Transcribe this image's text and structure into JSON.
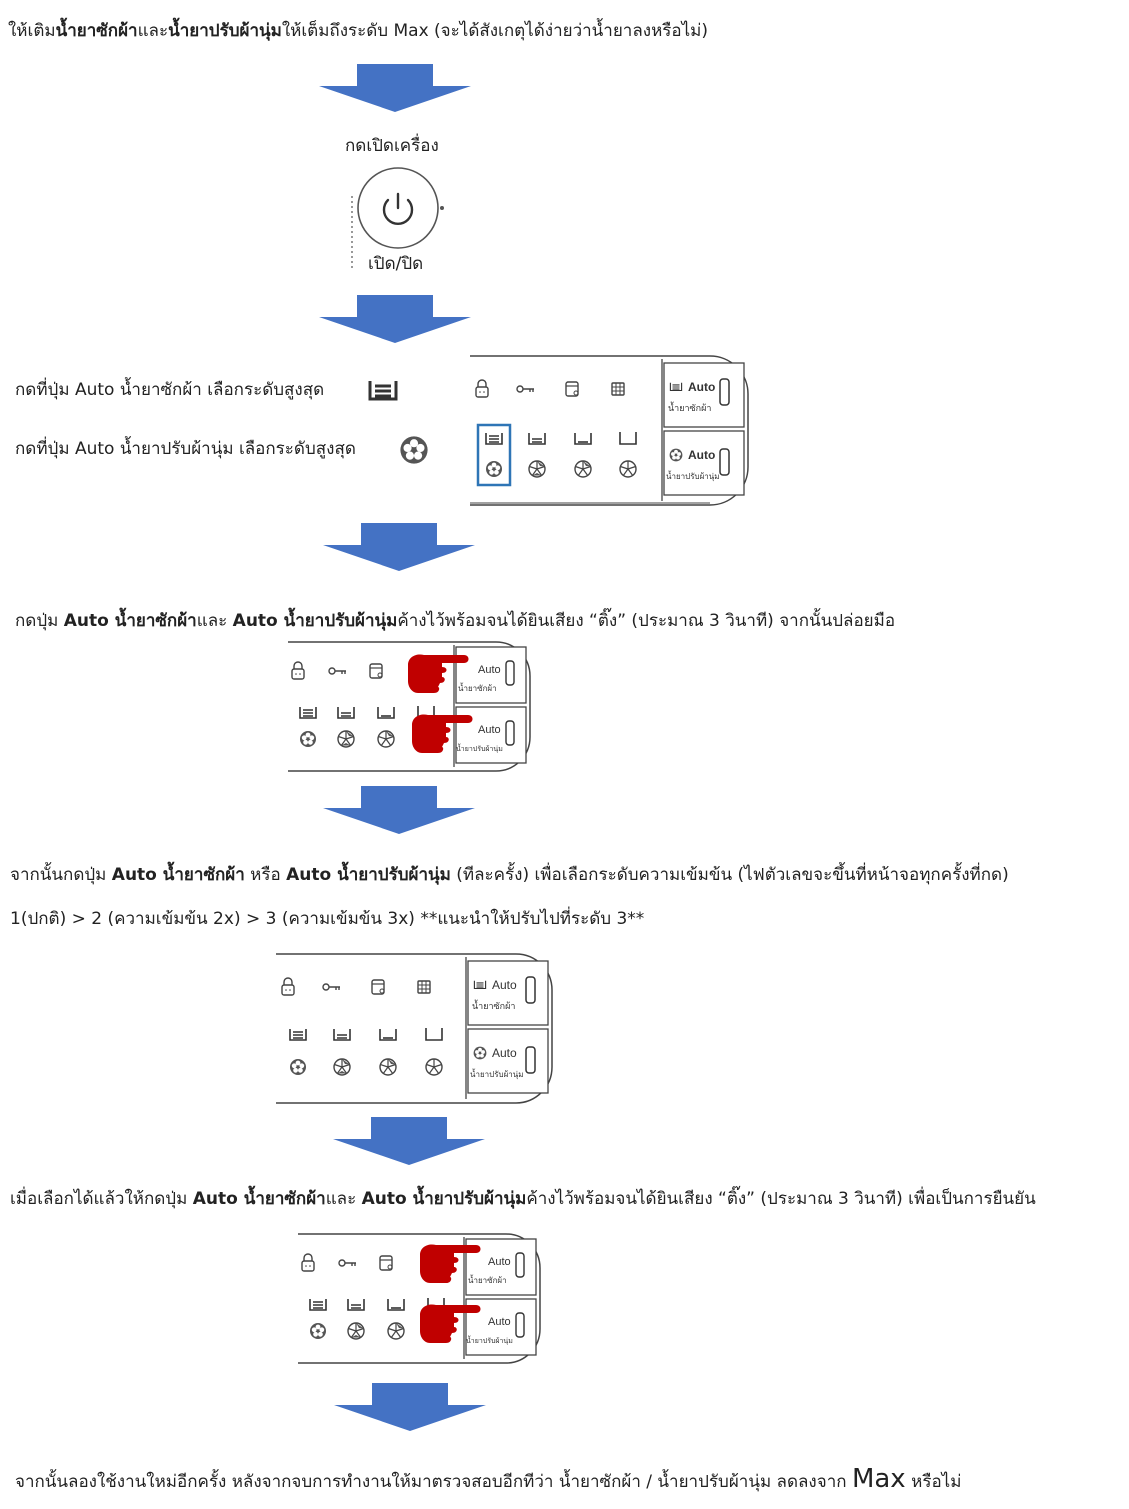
{
  "step1": {
    "t1": "ให้เติม",
    "b1": "น้ำยาซักผ้า",
    "t2": "และ",
    "b2": "น้ำยาปรับผ้านุ่ม",
    "t3": "ให้เต็มถึงระดับ Max (จะได้สังเกตุได้ง่ายว่าน้ำยาลงหรือไม่)"
  },
  "power": {
    "title": "กดเปิดเครื่อง",
    "label": "เปิด/ปิด"
  },
  "step2": {
    "line1": "กดที่ปุ่ม Auto น้ำยาซักผ้า เลือกระดับสูงสุด",
    "line2": "กดที่ปุ่ม Auto น้ำยาปรับผ้านุ่ม เลือกระดับสูงสุด"
  },
  "panel": {
    "auto": "Auto",
    "detergent": "น้ำยาซักผ้า",
    "softener": "น้ำยาปรับผ้านุ่ม"
  },
  "step3": {
    "t1": "กดปุ่ม ",
    "b1": "Auto น้ำยาซักผ้า",
    "t2": "และ ",
    "b2": "Auto น้ำยาปรับผ้านุ่ม",
    "t3": "ค้างไว้พร้อมจนได้ยินเสียง “ติ๊ง” (ประมาณ 3 วินาที) จากนั้นปล่อยมือ"
  },
  "step4": {
    "t1": "จากนั้นกดปุ่ม ",
    "b1": "Auto น้ำยาซักผ้า",
    "t2": " หรือ ",
    "b2": "Auto น้ำยาปรับผ้านุ่ม",
    "t3": " (ทีละครั้ง) เพื่อเลือกระดับความเข้มข้น (ไฟตัวเลขจะขึ้นที่หน้าจอทุกครั้งที่กด)",
    "line2": "1(ปกติ) > 2 (ความเข้มข้น 2x) > 3 (ความเข้มข้น 3x) **แนะนำให้ปรับไปที่ระดับ 3**"
  },
  "step5": {
    "t1": "เมื่อเลือกได้แล้วให้กดปุ่ม ",
    "b1": "Auto น้ำยาซักผ้า",
    "t2": "และ ",
    "b2": "Auto น้ำยาปรับผ้านุ่ม",
    "t3": "ค้างไว้พร้อมจนได้ยินเสียง “ติ๊ง” (ประมาณ 3 วินาที) เพื่อเป็นการยืนยัน"
  },
  "step6": {
    "t1": "จากนั้นลองใช้งานใหม่อีกครั้ง หลังจากจบการทำงานให้มาตรวจสอบอีกทีว่า น้ำยาซักผ้า / น้ำยาปรับผ้านุ่ม ลดลงจาก ",
    "big": "Max",
    "t2": " หรือไม่"
  },
  "colors": {
    "arrow": "#4472c4",
    "hand": "#c00000",
    "highlight": "#2e75b6"
  }
}
